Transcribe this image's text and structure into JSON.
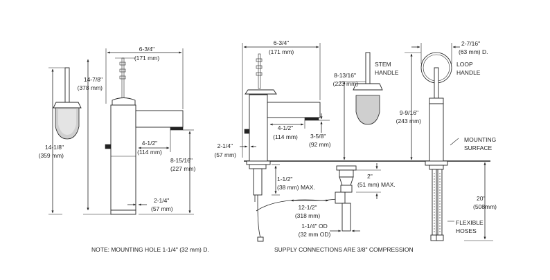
{
  "dimensions": {
    "view1": {
      "width_top": [
        "6-3/4\"",
        "(171 mm)"
      ],
      "height_total": [
        "14-7/8\"",
        "(378 mm)"
      ],
      "height_handle": [
        "14-1/8\"",
        "(359 mm)"
      ],
      "spout_reach": [
        "4-1/2\"",
        "(114 mm)"
      ],
      "spout_height": [
        "8-15/16\"",
        "(227 mm)"
      ],
      "base_height": [
        "2-1/4\"",
        "(57 mm)"
      ]
    },
    "view2": {
      "width_top": [
        "6-3/4\"",
        "(171 mm)"
      ],
      "stem_height": [
        "8-13/16\"",
        "(223 mm)"
      ],
      "spout_reach": [
        "4-1/2\"",
        "(114 mm)"
      ],
      "aerator": [
        "3-5/8\"",
        "(92 mm)"
      ],
      "base_height": [
        "2-1/4\"",
        "(57 mm)"
      ],
      "deck_max": [
        "1-1/2\"",
        "(38 mm) MAX."
      ],
      "drain_max": [
        "2\"",
        "(51 mm) MAX."
      ],
      "hose": [
        "12-1/2\"",
        "(318 mm)"
      ],
      "drain_od": [
        "1-1/4\" OD",
        "(32 mm OD)"
      ]
    },
    "view3": {
      "loop_width": [
        "2-7/16\"",
        "(63 mm) D."
      ],
      "handle_height": [
        "9-9/16\"",
        "(243 mm)"
      ],
      "hose_length": [
        "20\"",
        "(508mm)"
      ]
    }
  },
  "labels": {
    "stem_handle": [
      "STEM",
      "HANDLE"
    ],
    "loop_handle": [
      "LOOP",
      "HANDLE"
    ],
    "mounting_surface": [
      "MOUNTING",
      "SURFACE"
    ],
    "flexible_hoses": [
      "FLEXIBLE",
      "HOSES"
    ]
  },
  "notes": {
    "mounting_hole": "NOTE: MOUNTING HOLE 1-1/4\" (32 mm) D.",
    "supply": "SUPPLY CONNECTIONS ARE 3/8\" COMPRESSION"
  }
}
